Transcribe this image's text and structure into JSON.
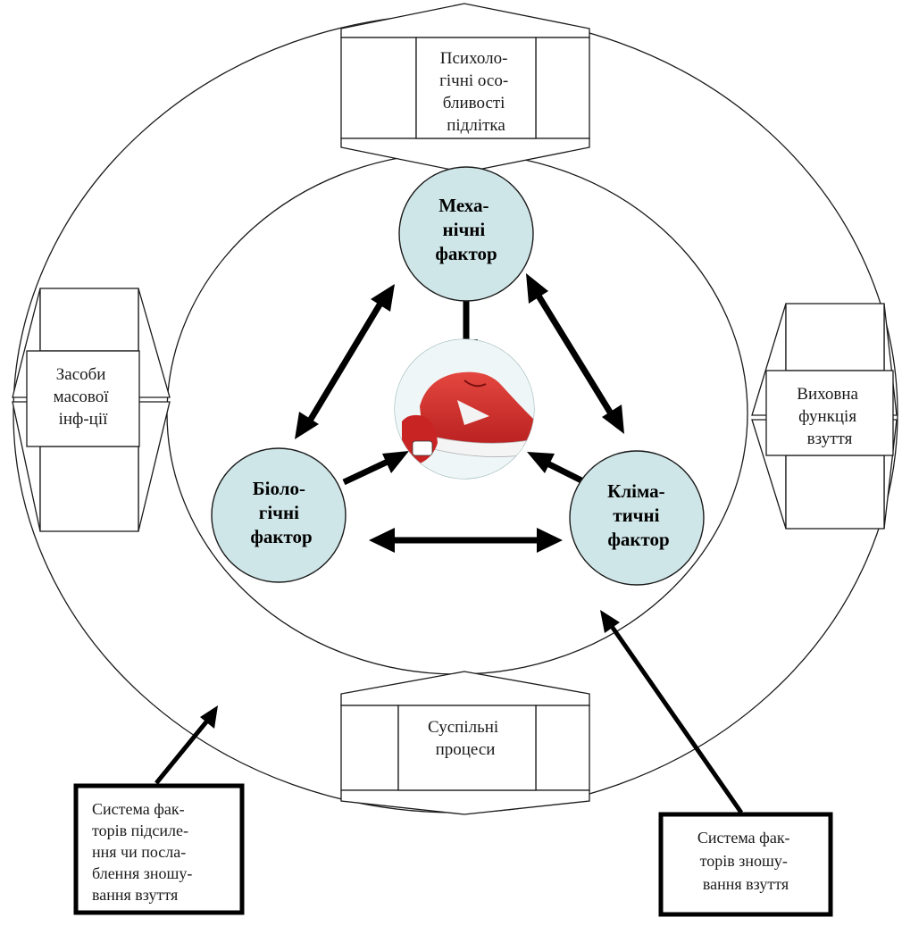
{
  "labels": {
    "top": [
      "Психоло-",
      "гічні осо-",
      "бливості",
      "підлітка"
    ],
    "left": [
      "Засоби",
      "масової",
      "інф-ції"
    ],
    "right": [
      "Виховна",
      "функція",
      "взуття"
    ],
    "bottom": [
      "Суспільні",
      "процеси"
    ]
  },
  "nodes": {
    "mechanical": [
      "Меха-",
      "нічні",
      "фактор"
    ],
    "biological": [
      "Біоло-",
      "гічні",
      "фактор"
    ],
    "climatic": [
      "Кліма-",
      "тичні",
      "фактор"
    ]
  },
  "legends": {
    "left": [
      "Система  фак-",
      "торів  підсиле-",
      "ння  чи  посла-",
      "блення зношу-",
      "вання взуття"
    ],
    "right": [
      "Система фак-",
      "торів зношу-",
      "вання взуття"
    ]
  },
  "image": {
    "icon": "red-sneaker-icon"
  },
  "colors": {
    "node_fill": "#cfe6e8",
    "shoe_red": "#d62b2b",
    "line": "#000000"
  }
}
